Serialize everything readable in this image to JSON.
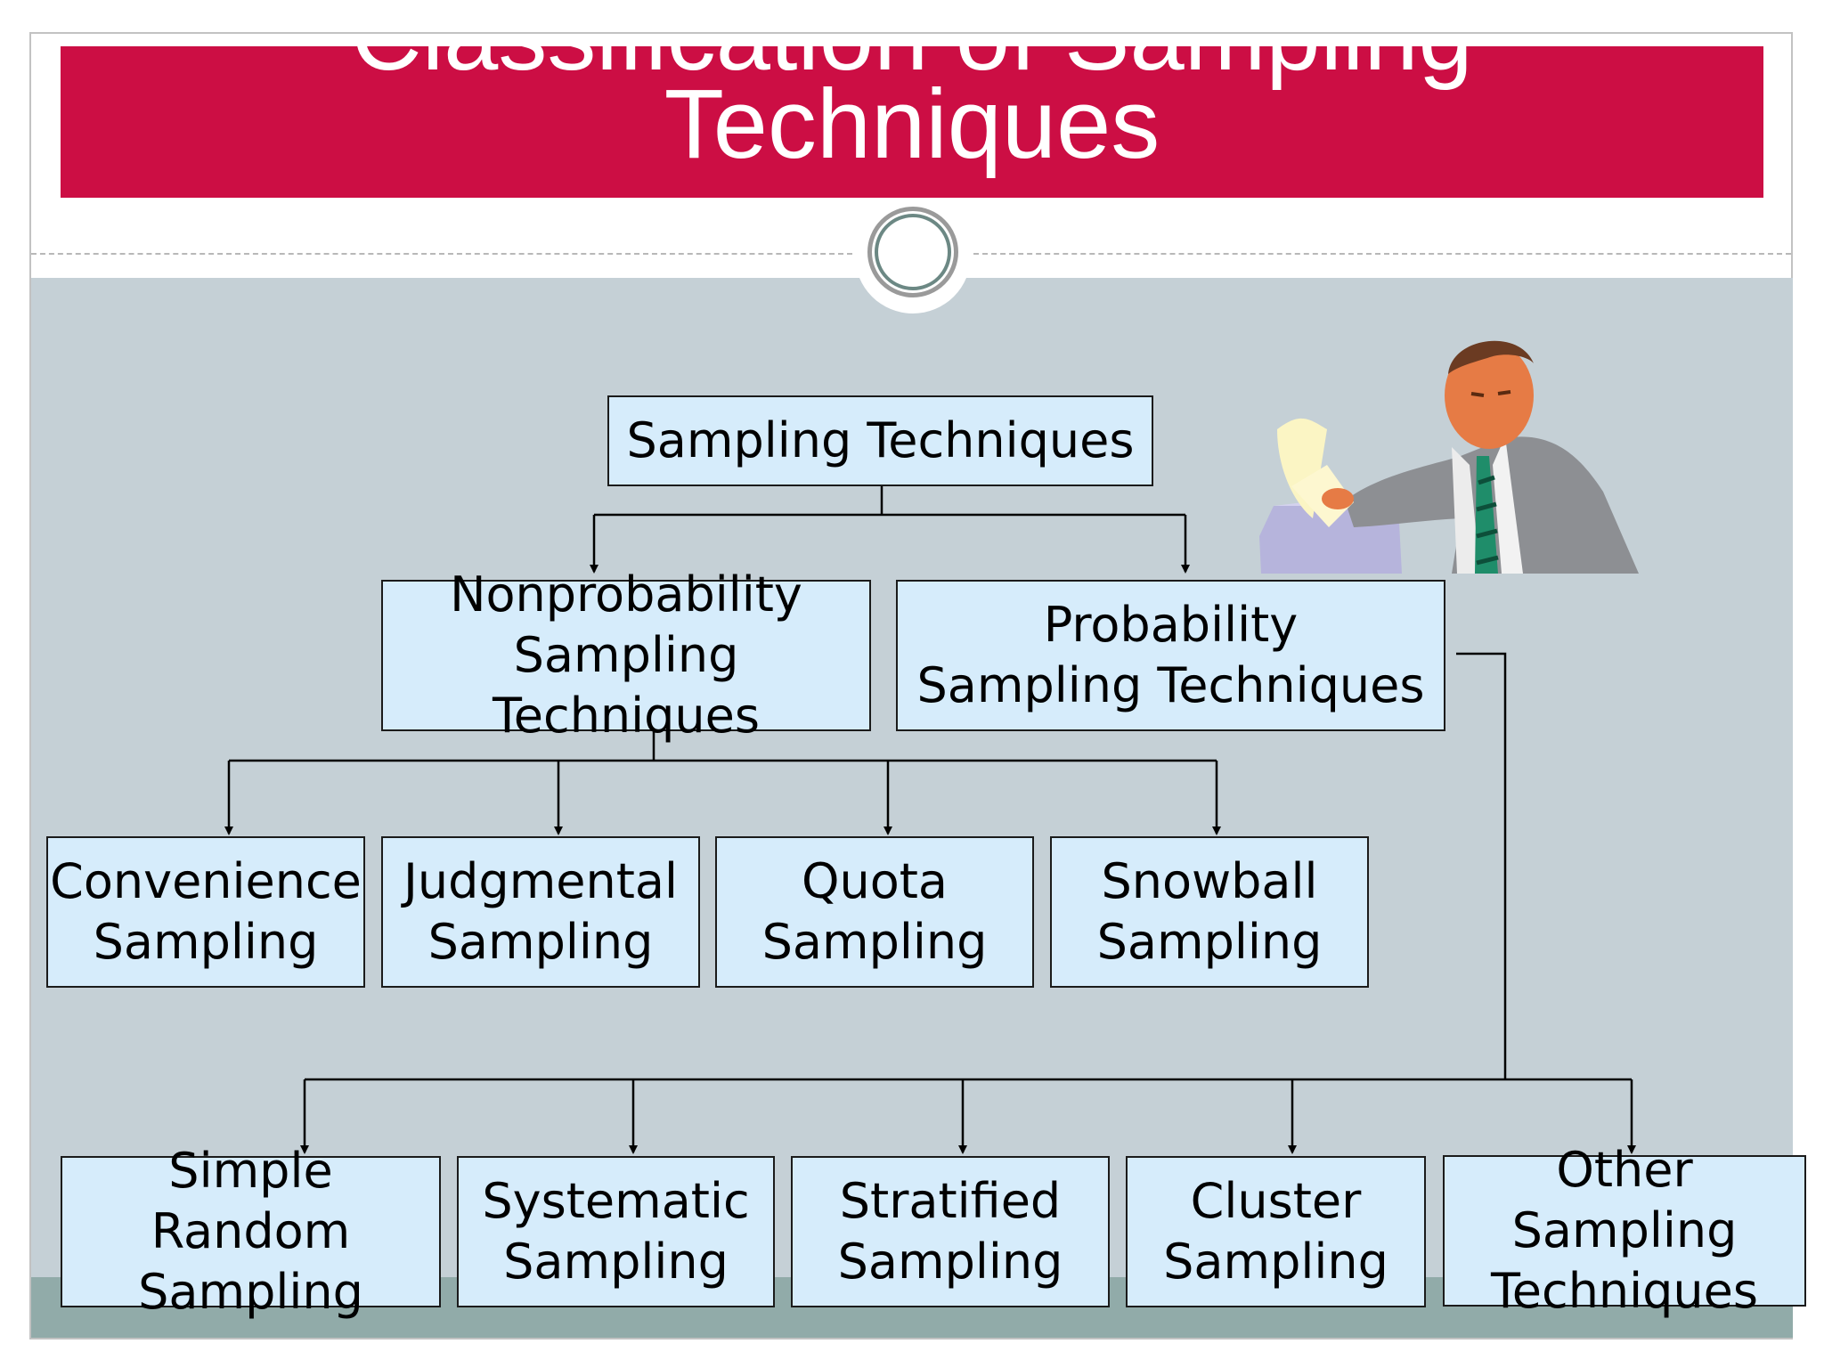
{
  "slide": {
    "title_top_line": "Classification of Sampling",
    "title": "Techniques",
    "colors": {
      "title_bar": "#cc0e44",
      "panel": "#c5d0d6",
      "box_fill": "#d6ecfb",
      "bottom_strip": "#91aba9"
    }
  },
  "diagram": {
    "root": "Sampling Techniques",
    "branches": {
      "nonprobability": "Nonprobability\nSampling Techniques",
      "probability": "Probability\nSampling Techniques"
    },
    "nonprobability_children": [
      "Convenience\nSampling",
      "Judgmental\nSampling",
      "Quota\nSampling",
      "Snowball\nSampling"
    ],
    "probability_children": [
      "Simple Random\nSampling",
      "Systematic\nSampling",
      "Stratified\nSampling",
      "Cluster\nSampling",
      "Other Sampling\nTechniques"
    ]
  },
  "illustration": {
    "icon": "businessman-with-paper-icon"
  }
}
